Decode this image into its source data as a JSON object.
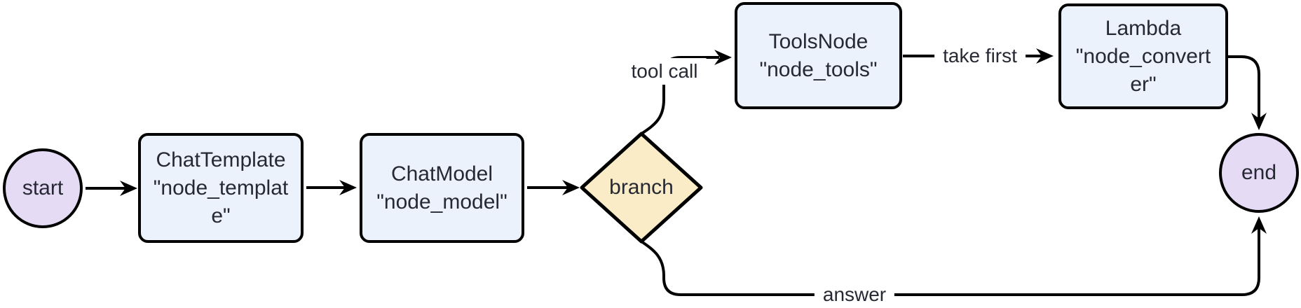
{
  "diagram": {
    "title": "flow graph",
    "colors": {
      "background": "#ffffff",
      "edge_stroke": "#000000",
      "text": "#262933",
      "rect_node_fill": "#ECF2FB",
      "circle_node_fill": "#E6DBF5",
      "diamond_fill": "#FAECC6"
    },
    "nodes": {
      "start": {
        "label": "start",
        "shape": "circle"
      },
      "template": {
        "shape": "rect",
        "lines": [
          "ChatTemplate",
          "\"node_templat",
          "e\""
        ]
      },
      "model": {
        "shape": "rect",
        "lines": [
          "ChatModel",
          "\"node_model\""
        ]
      },
      "branch": {
        "label": "branch",
        "shape": "diamond"
      },
      "tools": {
        "shape": "rect",
        "lines": [
          "ToolsNode",
          "\"node_tools\""
        ]
      },
      "converter": {
        "shape": "rect",
        "lines": [
          "Lambda",
          "\"node_convert",
          "er\""
        ]
      },
      "end": {
        "label": "end",
        "shape": "circle"
      }
    },
    "edge_labels": {
      "tool_call": "tool call",
      "take_first": "take first",
      "answer": "answer"
    }
  }
}
